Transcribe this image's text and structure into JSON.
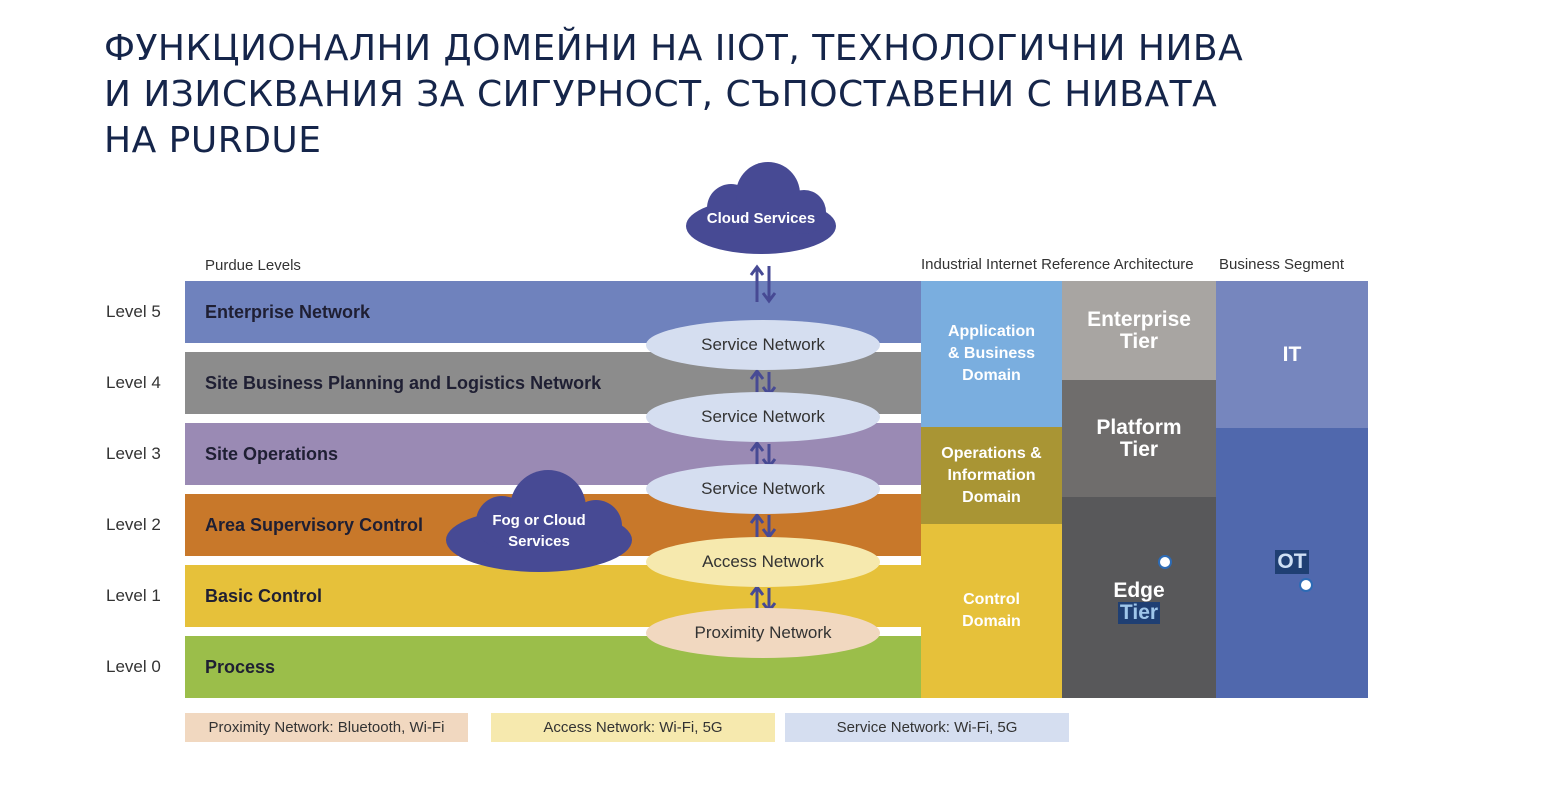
{
  "title_lines": [
    "ФУНКЦИОНАЛНИ ДОМЕЙНИ НА IIOT, ТЕХНОЛОГИЧНИ НИВА",
    "И ИЗИСКВАНИЯ ЗА СИГУРНОСТ, СЪПОСТАВЕНИ С НИВАТА",
    "НА PURDUE"
  ],
  "headers": {
    "purdue": "Purdue Levels",
    "iira": "Industrial Internet Reference Architecture",
    "business": "Business Segment"
  },
  "levels": [
    {
      "label": "Level 5",
      "name": "Enterprise Network",
      "color": "#6f82bd"
    },
    {
      "label": "Level 4",
      "name": "Site Business Planning and Logistics Network",
      "color": "#8c8c8c"
    },
    {
      "label": "Level 3",
      "name": "Site Operations",
      "color": "#9a8ab4"
    },
    {
      "label": "Level 2",
      "name": "Area Supervisory Control",
      "color": "#c8782a"
    },
    {
      "label": "Level 1",
      "name": "Basic Control",
      "color": "#e6c13a"
    },
    {
      "label": "Level 0",
      "name": "Process",
      "color": "#9bbe4a"
    }
  ],
  "networks": [
    {
      "label": "Service Network",
      "color": "#d5def0"
    },
    {
      "label": "Service Network",
      "color": "#d5def0"
    },
    {
      "label": "Service Network",
      "color": "#d5def0"
    },
    {
      "label": "Access Network",
      "color": "#f6e9ae"
    },
    {
      "label": "Proximity Network",
      "color": "#f1d8c0"
    }
  ],
  "clouds": {
    "cloud": "Cloud Services",
    "fog_line1": "Fog or Cloud",
    "fog_line2": "Services",
    "color": "#474a94"
  },
  "domains": [
    {
      "line1": "Application",
      "line2": "& Business",
      "line3": "Domain",
      "color": "#7aaedf"
    },
    {
      "line1": "Operations &",
      "line2": "Information",
      "line3": "Domain",
      "color": "#a99534"
    },
    {
      "line1": "Control",
      "line2": "Domain",
      "color": "#e6c13a"
    }
  ],
  "tiers": [
    {
      "line1": "Enterprise",
      "line2": "Tier",
      "color": "#a8a5a2"
    },
    {
      "line1": "Platform",
      "line2": "Tier",
      "color": "#6f6d6c"
    },
    {
      "line1": "Edge",
      "line2": "Tier",
      "color": "#58585a"
    }
  ],
  "segments": [
    {
      "label": "IT",
      "color": "#7686be"
    },
    {
      "label": "OT",
      "color": "#5068ad"
    }
  ],
  "legend": [
    {
      "label": "Proximity Network: Bluetooth, Wi-Fi",
      "color": "#f1d8c0"
    },
    {
      "label": "Access Network: Wi-Fi, 5G",
      "color": "#f6e9ae"
    },
    {
      "label": "Service Network: Wi-Fi, 5G",
      "color": "#d5def0"
    }
  ]
}
